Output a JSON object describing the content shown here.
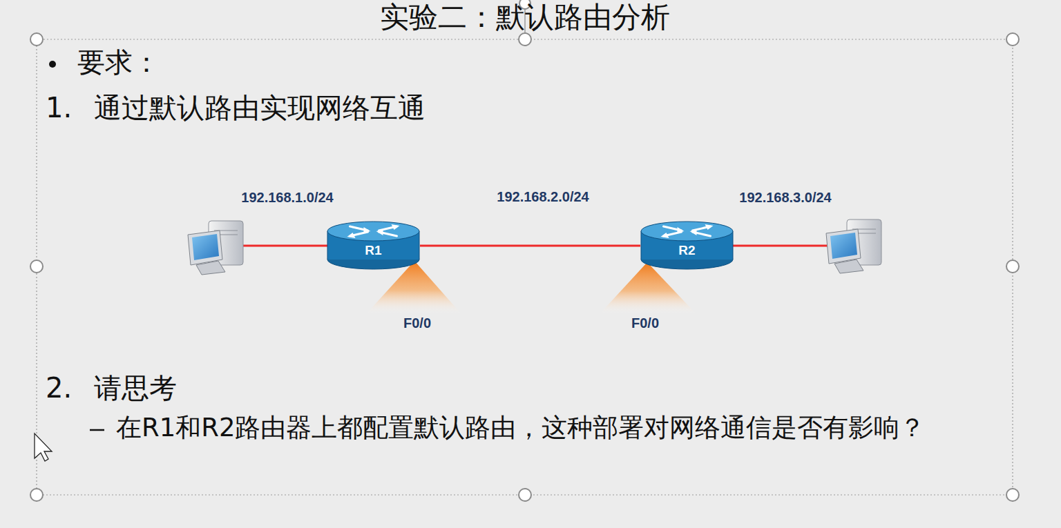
{
  "diagram": {
    "title": "实验二：默认路由分析",
    "nodes": [
      {
        "text": [
          "R1"
        ]
      },
      {
        "text": [
          "R2"
        ]
      }
    ],
    "edges": [
      {
        "from": 0,
        "to": 1,
        "arrow": "none"
      }
    ],
    "labels": [
      "要求：",
      "1.",
      "通过默认路由实现网络互通",
      "192.168.1.0/24",
      "192.168.2.0/24",
      "192.168.3.0/24",
      "F0/0",
      "F0/0",
      "2.",
      "请思考",
      "在R1和R2路由器上都配置默认路由，这种部署对网络通信是否有影响？"
    ]
  }
}
